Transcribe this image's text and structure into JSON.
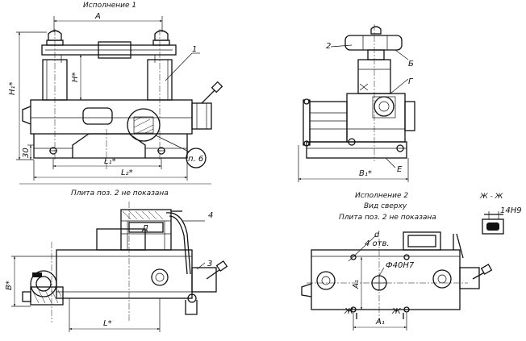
{
  "captions": {
    "variant1": "Исполнение 1",
    "plate_note_1": "Плита поз. 2 не показана",
    "variant2": "Исполнение 2",
    "top_view": "Вид сверху",
    "plate_note_2": "Плита поз. 2 не показана",
    "section": "Ж - Ж"
  },
  "dimensions": {
    "A": "А",
    "H1": "Н₁*",
    "H": "Н*",
    "d30": "30",
    "L1": "L₁*",
    "L2": "L₂*",
    "B1": "В₁*",
    "B": "В*",
    "L": "L*",
    "A1_horiz": "А₁",
    "A1_vert": "А₁",
    "d": "d",
    "holes": "4 отв.",
    "bore": "Ф40Н7",
    "fit": "14Н9"
  },
  "callouts": {
    "p1": "1",
    "p2": "2",
    "p3": "3",
    "p4": "4",
    "ref": "п. 6",
    "B": "Б",
    "G": "Г",
    "E": "Е",
    "Zh1": "Ж",
    "Zh2": "Ж",
    "D": "Д"
  }
}
